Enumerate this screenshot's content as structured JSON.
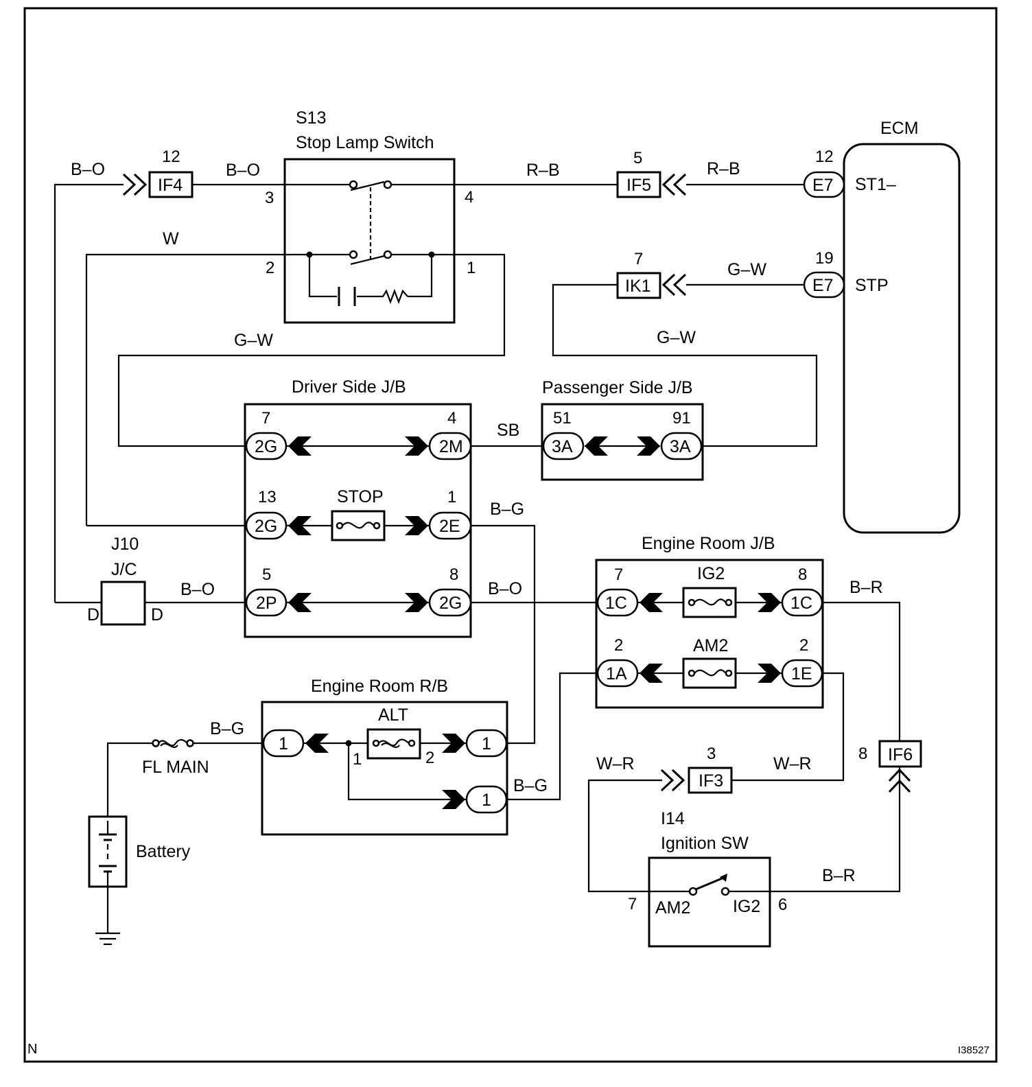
{
  "frame": {
    "corner_code": "N",
    "figure_id": "I38527"
  },
  "components": {
    "stop_lamp_switch": {
      "code": "S13",
      "name": "Stop Lamp Switch",
      "pins": [
        "3",
        "4",
        "2",
        "1"
      ]
    },
    "ecm": {
      "name": "ECM",
      "terminals": [
        "ST1–",
        "STP"
      ]
    },
    "driver_jb": {
      "name": "Driver Side J/B",
      "fuse": "STOP"
    },
    "passenger_jb": {
      "name": "Passenger Side J/B"
    },
    "engine_room_jb": {
      "name": "Engine Room J/B",
      "fuses": [
        "IG2",
        "AM2"
      ]
    },
    "engine_room_rb": {
      "name": "Engine Room R/B",
      "fuse": "ALT",
      "fuse_pins": [
        "1",
        "2"
      ]
    },
    "jc": {
      "code": "J10",
      "name": "J/C",
      "pin_left": "D",
      "pin_right": "D"
    },
    "fl_main": {
      "name": "FL MAIN"
    },
    "battery": {
      "name": "Battery"
    },
    "ignition_sw": {
      "code": "I14",
      "name": "Ignition SW",
      "terminals": [
        "AM2",
        "IG2"
      ],
      "pins": [
        "7",
        "6"
      ]
    }
  },
  "connectors": [
    {
      "id": "IF4",
      "pin": "12"
    },
    {
      "id": "IF5",
      "pin": "5"
    },
    {
      "id": "IK1",
      "pin": "7"
    },
    {
      "id": "IF3",
      "pin": "3"
    },
    {
      "id": "IF6",
      "pin": "8"
    },
    {
      "id": "E7",
      "pin": "12"
    },
    {
      "id": "E7",
      "pin": "19"
    },
    {
      "id": "2G",
      "pin": "7"
    },
    {
      "id": "2M",
      "pin": "4"
    },
    {
      "id": "2G",
      "pin": "13"
    },
    {
      "id": "2E",
      "pin": "1"
    },
    {
      "id": "2P",
      "pin": "5"
    },
    {
      "id": "2G",
      "pin": "8"
    },
    {
      "id": "3A",
      "pin": "51"
    },
    {
      "id": "3A",
      "pin": "91"
    },
    {
      "id": "1C",
      "pin": "7"
    },
    {
      "id": "1C",
      "pin": "8"
    },
    {
      "id": "1A",
      "pin": "2"
    },
    {
      "id": "1E",
      "pin": "2"
    },
    {
      "id": "1",
      "pin": ""
    },
    {
      "id": "1",
      "pin": ""
    },
    {
      "id": "1",
      "pin": ""
    }
  ],
  "wires": [
    "B–O",
    "B–O",
    "R–B",
    "R–B",
    "W",
    "G–W",
    "G–W",
    "G–W",
    "SB",
    "B–G",
    "B–O",
    "B–O",
    "B–R",
    "B–G",
    "B–G",
    "W–R",
    "W–R",
    "B–R"
  ]
}
